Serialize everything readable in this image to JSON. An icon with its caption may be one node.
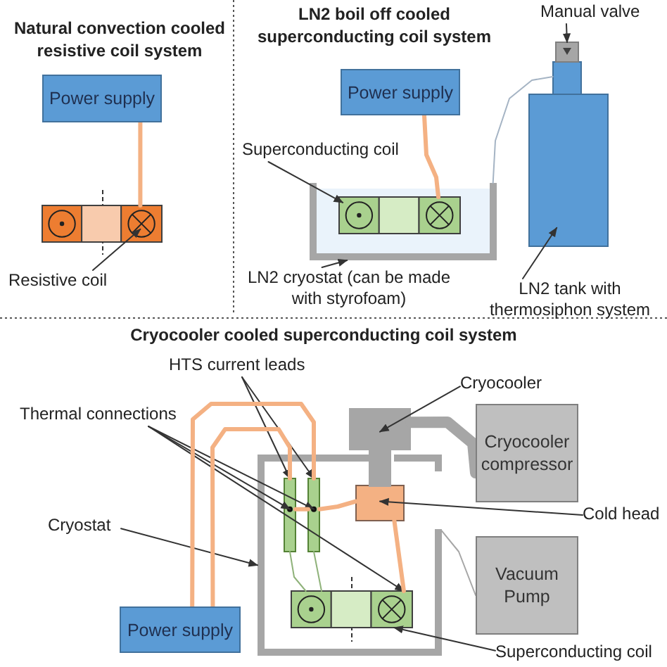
{
  "diagram": {
    "nodes": [
      {
        "text": [
          "Power supply"
        ]
      },
      {
        "text": [],
        "shape": "box"
      },
      {
        "text": [
          "Resistive coil"
        ]
      },
      {
        "text": [
          "Power supply"
        ]
      },
      {
        "text": [
          "Superconducting coil"
        ]
      },
      {
        "text": [],
        "shape": "box"
      },
      {
        "text": [],
        "shape": "box",
        "in": 5
      },
      {
        "text": [
          "LN2 cryostat (can be made with styrofoam)"
        ]
      },
      {
        "text": [],
        "shape": "box"
      },
      {
        "text": [
          "LN2 tank with thermosiphon system"
        ]
      },
      {
        "text": [
          "Manual valve"
        ]
      },
      {
        "text": [],
        "shape": "box"
      },
      {
        "text": [
          "HTS current leads"
        ]
      },
      {
        "text": [
          "Thermal connections"
        ]
      },
      {
        "text": [
          "Cryostat"
        ]
      },
      {
        "text": [],
        "shape": "box"
      },
      {
        "text": [],
        "shape": "bar",
        "in": 15
      },
      {
        "text": [],
        "shape": "bar",
        "in": 15
      },
      {
        "text": [],
        "shape": "box",
        "in": 15
      },
      {
        "text": [],
        "shape": "box"
      },
      {
        "text": [
          "Cryocooler"
        ]
      },
      {
        "text": [
          "Cryocooler compressor"
        ]
      },
      {
        "text": [
          "Cold head"
        ]
      },
      {
        "text": [
          "Vacuum Pump"
        ]
      },
      {
        "text": [
          "Power supply"
        ]
      },
      {
        "text": [],
        "shape": "box",
        "in": 15
      },
      {
        "text": [
          "Superconducting coil"
        ]
      }
    ],
    "edges": [
      {
        "from": 0,
        "to": 1,
        "arrow": "none",
        "style": "thick",
        "color": "#f4b183"
      },
      {
        "from": 2,
        "to": 1,
        "arrow": "to"
      },
      {
        "from": 3,
        "to": 6,
        "arrow": "none",
        "style": "thick",
        "color": "#f4b183"
      },
      {
        "from": 4,
        "to": 6,
        "arrow": "to"
      },
      {
        "from": 7,
        "to": 5,
        "arrow": "to"
      },
      {
        "from": 5,
        "to": 8,
        "arrow": "none",
        "color": "#a5b4c4"
      },
      {
        "from": 9,
        "to": 8,
        "arrow": "to"
      },
      {
        "from": 10,
        "to": 11,
        "arrow": "to"
      },
      {
        "from": 12,
        "to": 16,
        "arrow": "to"
      },
      {
        "from": 12,
        "to": 17,
        "arrow": "to"
      },
      {
        "from": 13,
        "to": 16,
        "arrow": "to"
      },
      {
        "from": 13,
        "to": 17,
        "arrow": "to"
      },
      {
        "from": 13,
        "to": 25,
        "arrow": "to"
      },
      {
        "from": 14,
        "to": 15,
        "arrow": "to"
      },
      {
        "from": 20,
        "to": 19,
        "arrow": "to"
      },
      {
        "from": 22,
        "to": 18,
        "arrow": "to"
      },
      {
        "from": 26,
        "to": 25,
        "arrow": "to"
      },
      {
        "from": 24,
        "to": 16,
        "arrow": "none",
        "style": "thick",
        "color": "#f4b183"
      },
      {
        "from": 24,
        "to": 17,
        "arrow": "none",
        "style": "thick",
        "color": "#f4b183"
      },
      {
        "from": 16,
        "to": 17,
        "arrow": "none",
        "style": "thick",
        "color": "#f4b183"
      },
      {
        "from": 17,
        "to": 18,
        "arrow": "none",
        "style": "thick",
        "color": "#f4b183"
      },
      {
        "from": 18,
        "to": 25,
        "arrow": "none",
        "style": "thick",
        "color": "#f4b183"
      },
      {
        "from": 19,
        "to": 21,
        "arrow": "none",
        "style": "thick",
        "color": "#a6a6a6"
      },
      {
        "from": 15,
        "to": 23,
        "arrow": "none",
        "color": "#a6a6a6"
      },
      {
        "from": 16,
        "to": 25,
        "arrow": "none",
        "color": "#8fb27a"
      },
      {
        "from": 17,
        "to": 25,
        "arrow": "none",
        "color": "#8fb27a"
      }
    ],
    "labels": [
      "Natural convection cooled resistive coil system",
      "LN2 boil off cooled superconducting coil system",
      "Cryocooler cooled superconducting coil system"
    ]
  }
}
